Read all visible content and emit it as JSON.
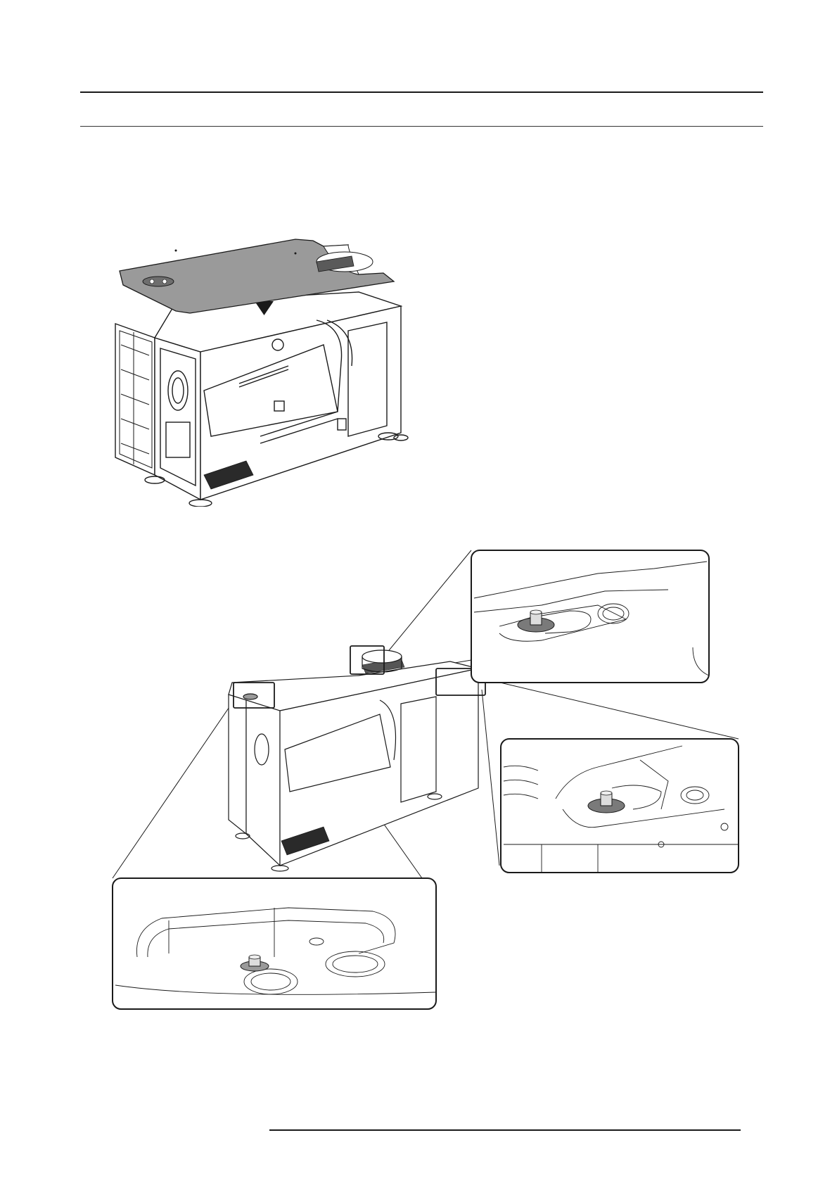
{
  "page": {
    "header_rules": 2,
    "footer_rule": true
  },
  "figures": [
    {
      "name": "cover-installation-figure",
      "description_icons": [
        "top-cover",
        "down-arrow",
        "projector-chassis"
      ]
    },
    {
      "name": "cover-fixation-figure",
      "detail_callouts": [
        "front-left-screw-detail",
        "rear-center-screw-detail",
        "rear-right-screw-detail"
      ]
    }
  ],
  "colors": {
    "line": "#1a1a1a",
    "cover_fill": "#9a9a9a",
    "cover_dark": "#6e6e6e",
    "washer": "#7a7a7a",
    "highlight": "#eeeeee"
  }
}
